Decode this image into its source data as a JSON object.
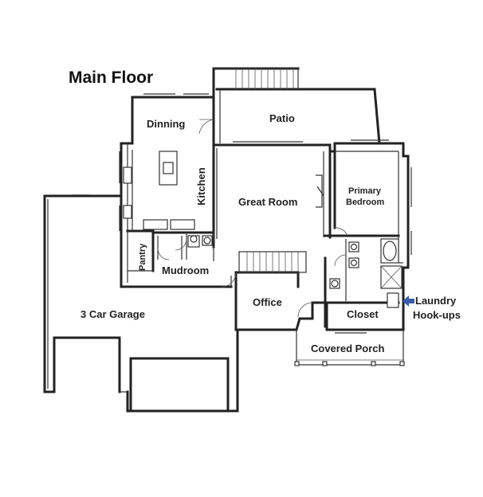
{
  "title": "Main Floor",
  "rooms": {
    "dinning": "Dinning",
    "patio": "Patio",
    "kitchen": "Kitchen",
    "great_room": "Great Room",
    "primary_bedroom_line1": "Primary",
    "primary_bedroom_line2": "Bedroom",
    "pantry": "Pantry",
    "mudroom": "Mudroom",
    "office": "Office",
    "closet": "Closet",
    "garage": "3 Car Garage",
    "covered_porch": "Covered Porch"
  },
  "annotation": {
    "line1": "Laundry",
    "line2": "Hook-ups",
    "arrow_color": "#3b5ba9"
  }
}
